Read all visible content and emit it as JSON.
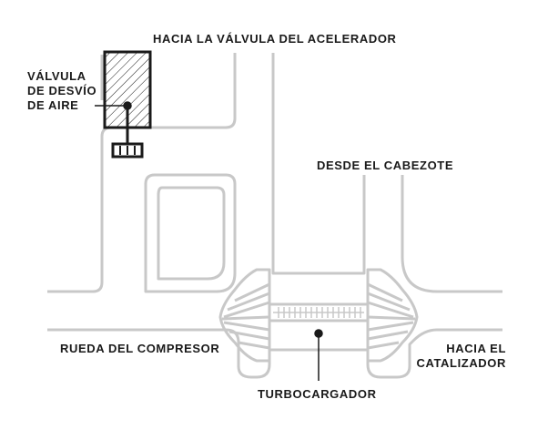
{
  "labels": {
    "throttle": "HACIA LA VÁLVULA DEL ACELERADOR",
    "bypass_line1": "VÁLVULA",
    "bypass_line2": "DE DESVÍO",
    "bypass_line3": "DE AIRE",
    "head": "DESDE EL CABEZOTE",
    "compressor": "RUEDA DEL COMPRESOR",
    "catalyst_line1": "HACIA EL",
    "catalyst_line2": "CATALIZADOR",
    "turbo": "TURBOCARGADOR"
  },
  "colors": {
    "pipe": "#c8c8c8",
    "ink": "#1a1a1a",
    "background": "#ffffff"
  }
}
